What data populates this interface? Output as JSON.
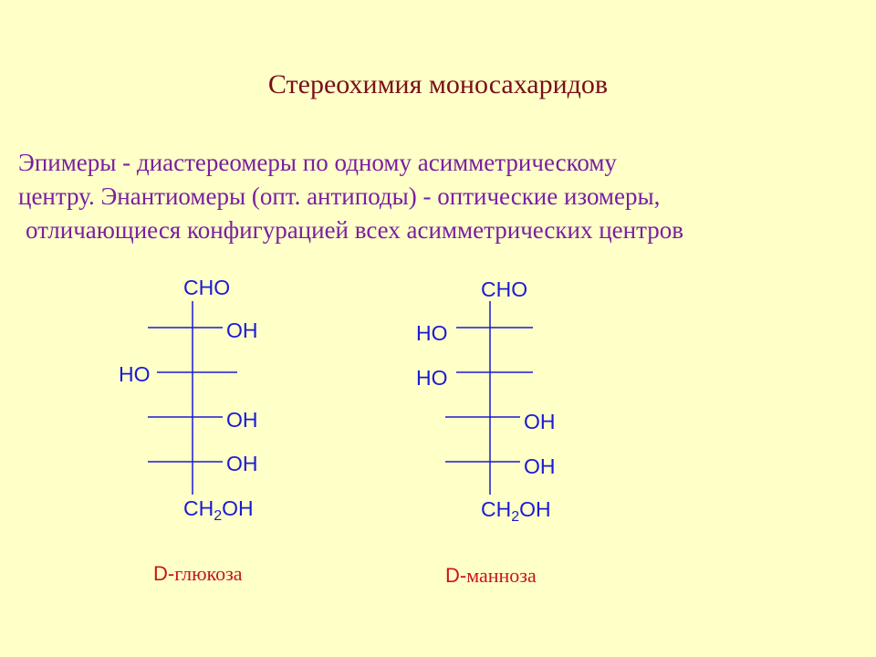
{
  "slide": {
    "title": "Стереохимия моносахаридов",
    "paragraph": [
      "Эпимеры - диастереомеры по одному асимметрическому",
      "центру. Энантиомеры (опт. антиподы) - оптические изомеры,",
      "отличающиеся конфигурацией всех асимметрических центров"
    ]
  },
  "glucose": {
    "top_group": "CHO",
    "substituents": [
      "OH",
      "HO",
      "OH",
      "OH"
    ],
    "bottom_group_a": "CH",
    "bottom_group_sub": "2",
    "bottom_group_b": "OH",
    "caption_d": "D-",
    "caption_name": "глюкоза"
  },
  "mannose": {
    "top_group": "CHO",
    "substituents": [
      "HO",
      "HO",
      "OH",
      "OH"
    ],
    "bottom_group_a": "CH",
    "bottom_group_sub": "2",
    "bottom_group_b": "OH",
    "caption_d": "D-",
    "caption_name": "манноза"
  },
  "colors": {
    "background": "#ffffc8",
    "title": "#7a0f1a",
    "paragraph": "#7a1fa2",
    "structure": "#1a1ad6",
    "caption": "#c8141e"
  }
}
